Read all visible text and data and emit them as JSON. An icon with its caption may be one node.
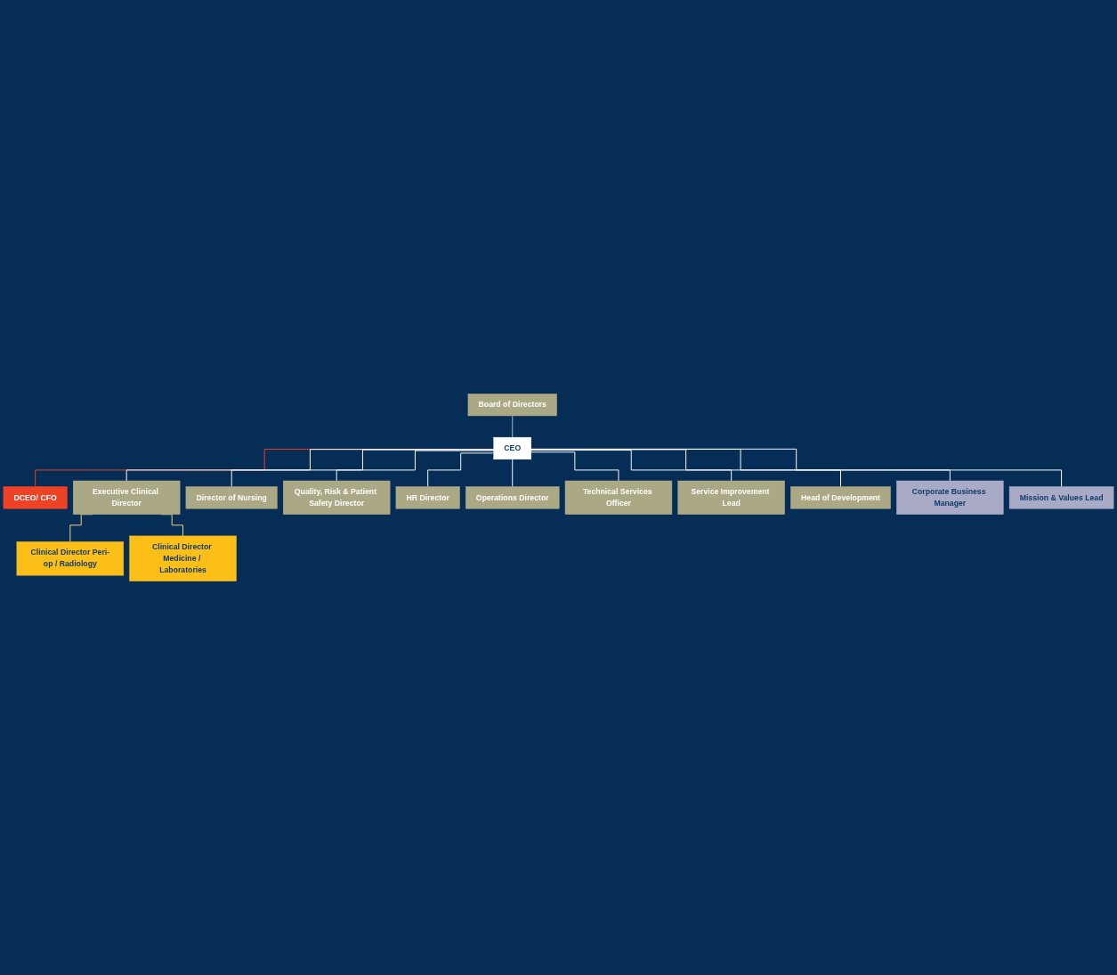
{
  "diagram": {
    "nodes": [
      {
        "text": [
          "Board of Directors"
        ]
      },
      {
        "text": [
          "CEO"
        ]
      },
      {
        "text": [
          "DCEO/ CFO"
        ]
      },
      {
        "text": [
          "Executive Clinical Director"
        ]
      },
      {
        "text": [
          "Director of Nursing"
        ]
      },
      {
        "text": [
          "Quality, Risk & Patient Safety Director"
        ]
      },
      {
        "text": [
          "HR Director"
        ]
      },
      {
        "text": [
          "Operations Director"
        ]
      },
      {
        "text": [
          "Technical Services Officer"
        ]
      },
      {
        "text": [
          "Service Improvement Lead"
        ]
      },
      {
        "text": [
          "Head of Development"
        ]
      },
      {
        "text": [
          "Corporate Business Manager"
        ]
      },
      {
        "text": [
          "Mission & Values Lead"
        ]
      },
      {
        "text": [
          "Clinical Director Peri-op / Radiology"
        ]
      },
      {
        "text": [
          "Clinical Director Medicine / Laboratories"
        ]
      }
    ],
    "edges": [
      {
        "from": 0,
        "to": 1,
        "arrow": "none",
        "color": "#8ccfc4"
      },
      {
        "from": 1,
        "to": 2,
        "arrow": "none",
        "color": "#ee4226"
      },
      {
        "from": 1,
        "to": 3,
        "arrow": "none"
      },
      {
        "from": 1,
        "to": 4,
        "arrow": "none"
      },
      {
        "from": 1,
        "to": 5,
        "arrow": "none"
      },
      {
        "from": 1,
        "to": 6,
        "arrow": "none"
      },
      {
        "from": 1,
        "to": 7,
        "arrow": "none"
      },
      {
        "from": 1,
        "to": 8,
        "arrow": "none"
      },
      {
        "from": 1,
        "to": 9,
        "arrow": "none"
      },
      {
        "from": 1,
        "to": 10,
        "arrow": "none"
      },
      {
        "from": 1,
        "to": 11,
        "arrow": "none"
      },
      {
        "from": 1,
        "to": 12,
        "arrow": "none"
      },
      {
        "from": 3,
        "to": 13,
        "arrow": "none",
        "color": "#f7d88a"
      },
      {
        "from": 3,
        "to": 14,
        "arrow": "none",
        "color": "#f7d88a"
      }
    ]
  }
}
